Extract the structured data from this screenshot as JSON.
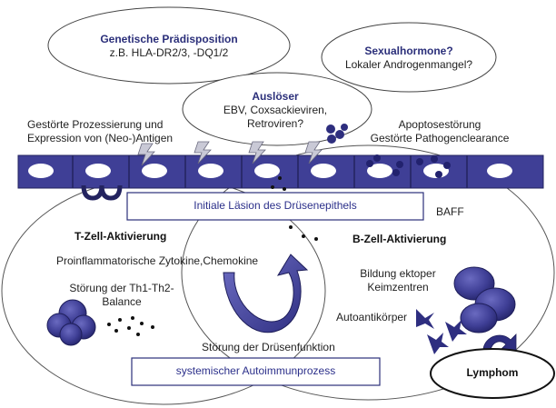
{
  "bubbles": {
    "genetic": {
      "title": "Genetische Prädisposition",
      "line1": "z.B. HLA-DR2/3, -DQ1/2"
    },
    "hormone": {
      "title": "Sexualhormone?",
      "line1": "Lokaler Androgenmangel?"
    },
    "trigger": {
      "title": "Auslöser",
      "line1": "EBV, Coxsackieviren,",
      "line2": "Retroviren?"
    }
  },
  "labels": {
    "processing_1": "Gestörte Prozessierung und",
    "processing_2": "Expression von (Neo-)Antigen",
    "apoptosis_1": "Apoptosestörung",
    "apoptosis_2": "Gestörte Pathogenclearance",
    "baff": "BAFF",
    "tcell": "T-Zell-Aktivierung",
    "cytokines": "Proinflammatorische Zytokine,Chemokine",
    "th_1": "Störung der Th1-Th2-",
    "th_2": "Balance",
    "bcell": "B-Zell-Aktivierung",
    "ectopic_1": "Bildung ektoper",
    "ectopic_2": "Keimzentren",
    "autoab": "Autoantikörper",
    "gland": "Störung der Drüsenfunktion"
  },
  "boxes": {
    "initial": "Initiale Läsion des Drüsenepithels",
    "systemic": "systemischer Autoimmunprozess",
    "lymphoma": "Lymphom"
  },
  "colors": {
    "cell_fill": "#3f3f96",
    "cell_dark": "#2a2a75",
    "box_border": "#2b2f7a",
    "text_blue": "#2b2f8a"
  }
}
